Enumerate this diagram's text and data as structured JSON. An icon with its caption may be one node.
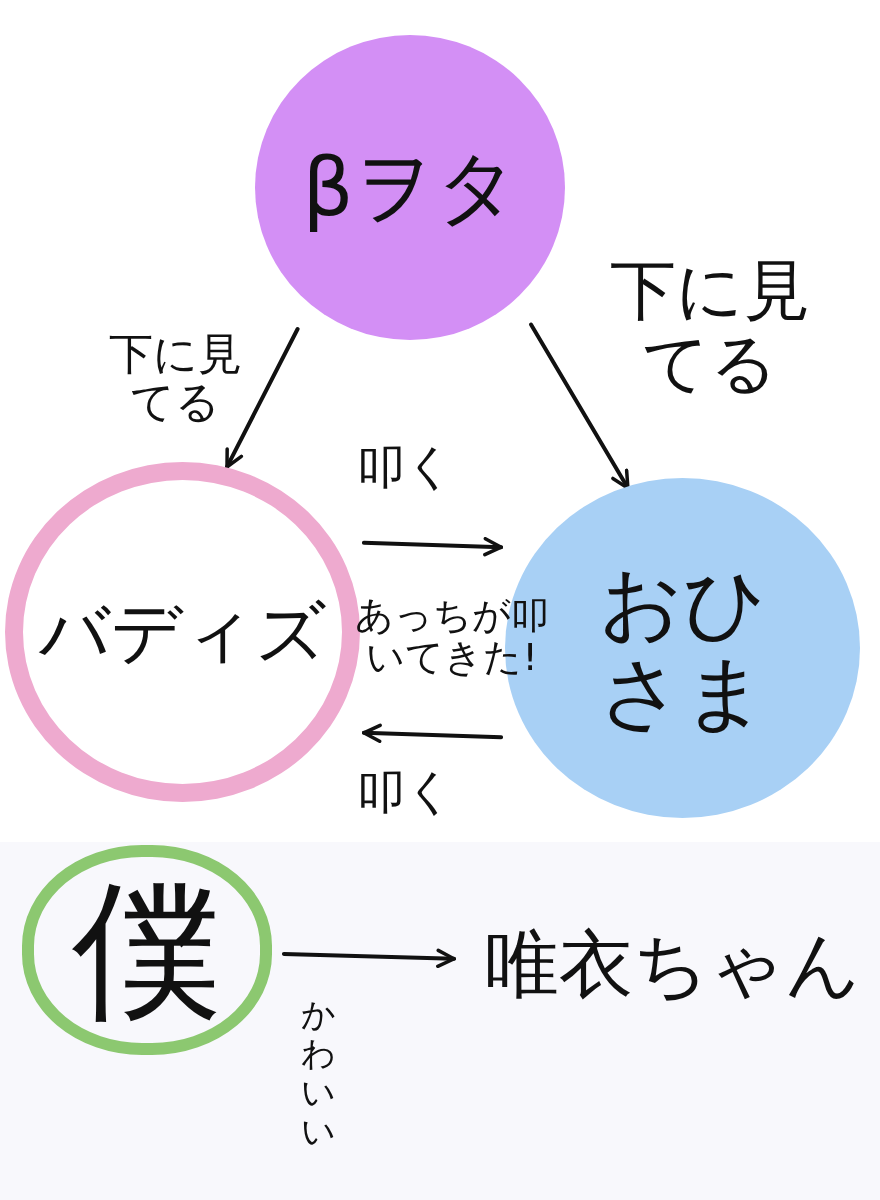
{
  "diagram": {
    "nodes": [
      {
        "text": [
          "βヲタ"
        ]
      },
      {
        "text": [
          "バディズ"
        ]
      },
      {
        "text": [
          "おひさま"
        ]
      },
      {
        "text": [
          "僕"
        ]
      },
      {
        "text": [
          "唯衣ちゃん"
        ]
      }
    ],
    "edges": [
      {
        "from": 0,
        "to": 1,
        "arrow": "to",
        "label": "下に見てる"
      },
      {
        "from": 0,
        "to": 2,
        "arrow": "to",
        "label": "下に見てる"
      },
      {
        "from": 1,
        "to": 2,
        "arrow": "to",
        "label": "叩く"
      },
      {
        "from": 2,
        "to": 1,
        "arrow": "to",
        "label": "叩く"
      },
      {
        "from": 3,
        "to": 4,
        "arrow": "to",
        "label": "かわいい"
      }
    ],
    "labels": [
      "あっちが叩いてきた!"
    ]
  }
}
